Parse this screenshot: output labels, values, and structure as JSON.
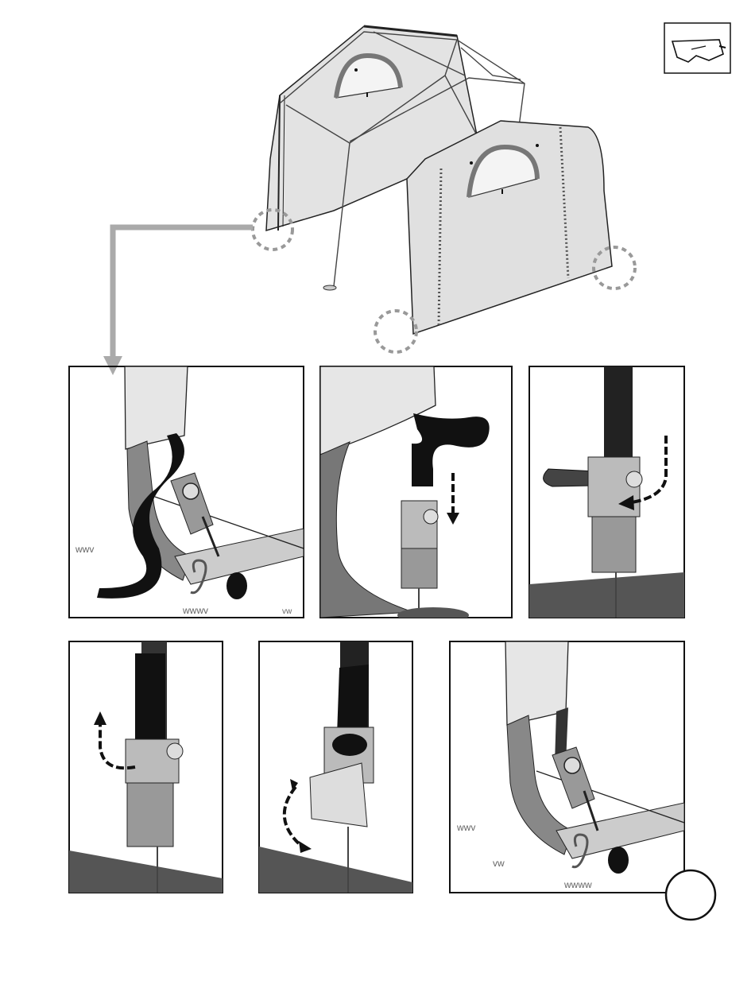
{
  "page": {
    "step_number": ""
  },
  "icons": {
    "safety_glasses": "safety-glasses-icon"
  },
  "panels": [
    {
      "id": "panel-1",
      "description_icon": "strap-loose"
    },
    {
      "id": "panel-2",
      "description_icon": "strap-insert"
    },
    {
      "id": "panel-3",
      "description_icon": "strap-wrap"
    },
    {
      "id": "panel-4",
      "description_icon": "strap-pull"
    },
    {
      "id": "panel-5",
      "description_icon": "ratchet-crank"
    },
    {
      "id": "panel-6",
      "description_icon": "strap-tightened"
    }
  ],
  "colors": {
    "cover": "#e6e6e6",
    "frame_pipe": "#8a8a8a",
    "strap": "#1a1a1a",
    "ground": "#666666",
    "callout": "#999999"
  }
}
